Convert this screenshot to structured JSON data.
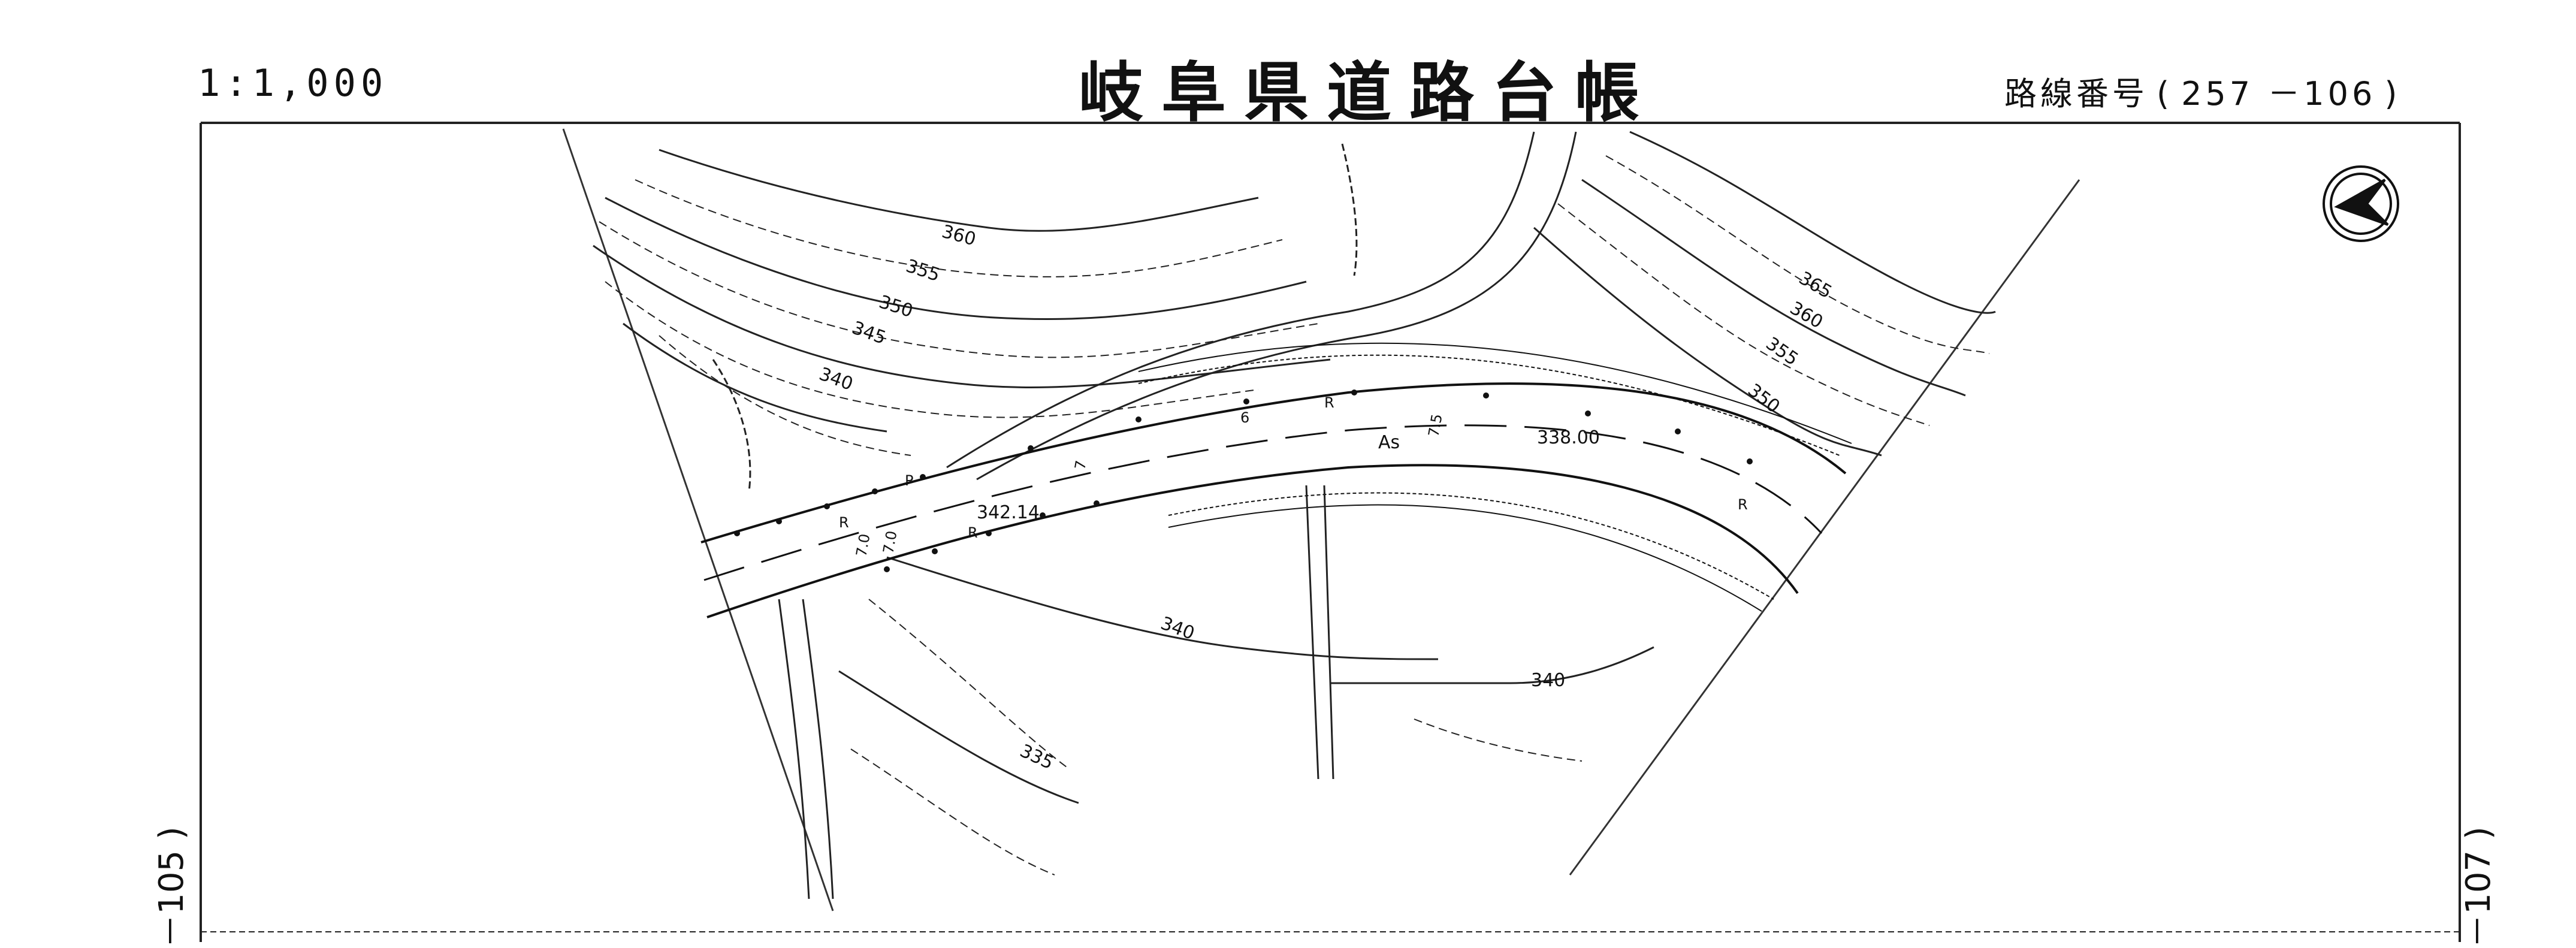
{
  "header": {
    "scale": "1:1,000",
    "title": "岐阜県道路台帳",
    "route_label": "路線番号",
    "route_number": "257 －106"
  },
  "sheet_refs": {
    "left": "－105 )",
    "right": "－107 )"
  },
  "contours": {
    "c360_top": "360",
    "c355_top": "355",
    "c350_top": "350",
    "c345_top": "345",
    "c340_top": "340",
    "c365_right": "365",
    "c360_right": "360",
    "c355_right": "355",
    "c350_right": "350",
    "c340_lower": "340",
    "c340_bottom": "340",
    "c335_bottom": "335"
  },
  "road": {
    "elev_left": "342.14",
    "elev_right": "338.00",
    "surface": "As",
    "width_a": "7.0",
    "width_b": "7.0",
    "width_c": "7.5",
    "width_d": "6",
    "width_e": "7",
    "mark_r": "R",
    "mark_p": "P"
  },
  "symbols": {
    "north_arrow": "north-arrow-icon"
  }
}
